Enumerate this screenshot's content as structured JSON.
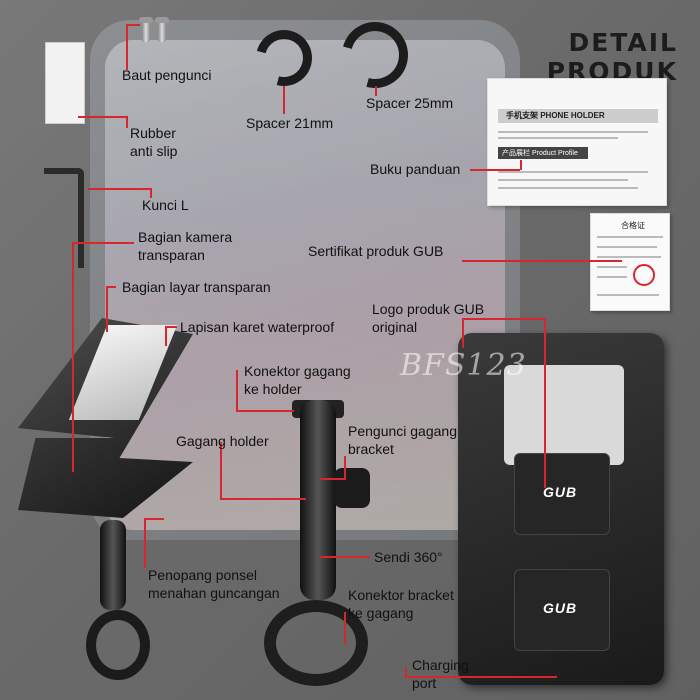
{
  "title": "DETAIL PRODUK",
  "watermark": "BFS123",
  "brand_logo": "GUB",
  "manual_header": "手机支架  PHONE HOLDER",
  "manual_profile": "产品展栏  Product Profile",
  "cert_header": "合格证",
  "labels": {
    "baut": "Baut pengunci",
    "rubber": "Rubber\nanti slip",
    "spacer21": "Spacer 21mm",
    "spacer25": "Spacer 25mm",
    "buku": "Buku panduan",
    "kunci": "Kunci L",
    "kamera": "Bagian kamera\ntransparan",
    "sertifikat": "Sertifikat produk GUB",
    "layar": "Bagian layar transparan",
    "logo": "Logo produk GUB\noriginal",
    "karet": "Lapisan karet waterproof",
    "konektor_holder": "Konektor gagang\nke holder",
    "gagang": "Gagang holder",
    "pengunci": "Pengunci gagang\nbracket",
    "sendi": "Sendi 360°",
    "penopang": "Penopang ponsel\nmenahan guncangan",
    "konektor_bracket": "Konektor bracket\nke gagang",
    "charging": "Charging\nport"
  },
  "colors": {
    "accent": "#d6262e",
    "title": "#1c1c1c"
  }
}
